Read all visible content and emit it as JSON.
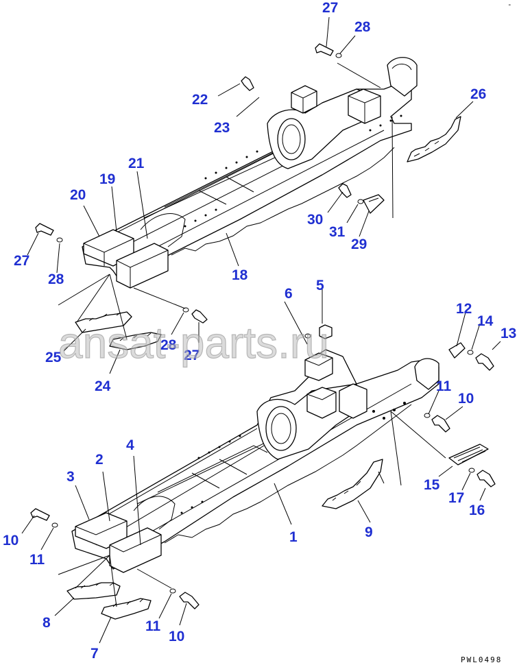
{
  "watermark": "ansat-parts.ru",
  "drawing_code": "PWL0498",
  "corner_mark": "-",
  "callouts": [
    {
      "id": "c27a",
      "label": "27"
    },
    {
      "id": "c28a",
      "label": "28"
    },
    {
      "id": "c22",
      "label": "22"
    },
    {
      "id": "c23",
      "label": "23"
    },
    {
      "id": "c26",
      "label": "26"
    },
    {
      "id": "c21",
      "label": "21"
    },
    {
      "id": "c19",
      "label": "19"
    },
    {
      "id": "c20",
      "label": "20"
    },
    {
      "id": "c27b",
      "label": "27"
    },
    {
      "id": "c28b",
      "label": "28"
    },
    {
      "id": "c30",
      "label": "30"
    },
    {
      "id": "c31",
      "label": "31"
    },
    {
      "id": "c29",
      "label": "29"
    },
    {
      "id": "c18",
      "label": "18"
    },
    {
      "id": "c6",
      "label": "6"
    },
    {
      "id": "c5",
      "label": "5"
    },
    {
      "id": "c12",
      "label": "12"
    },
    {
      "id": "c14",
      "label": "14"
    },
    {
      "id": "c13",
      "label": "13"
    },
    {
      "id": "c28c",
      "label": "28"
    },
    {
      "id": "c27c",
      "label": "27"
    },
    {
      "id": "c25",
      "label": "25"
    },
    {
      "id": "c24",
      "label": "24"
    },
    {
      "id": "c11a",
      "label": "11"
    },
    {
      "id": "c10a",
      "label": "10"
    },
    {
      "id": "c4",
      "label": "4"
    },
    {
      "id": "c2",
      "label": "2"
    },
    {
      "id": "c3",
      "label": "3"
    },
    {
      "id": "c15",
      "label": "15"
    },
    {
      "id": "c17",
      "label": "17"
    },
    {
      "id": "c16",
      "label": "16"
    },
    {
      "id": "c1",
      "label": "1"
    },
    {
      "id": "c9",
      "label": "9"
    },
    {
      "id": "c10b",
      "label": "10"
    },
    {
      "id": "c11b",
      "label": "11"
    },
    {
      "id": "c8",
      "label": "8"
    },
    {
      "id": "c11c",
      "label": "11"
    },
    {
      "id": "c10c",
      "label": "10"
    },
    {
      "id": "c7",
      "label": "7"
    }
  ]
}
